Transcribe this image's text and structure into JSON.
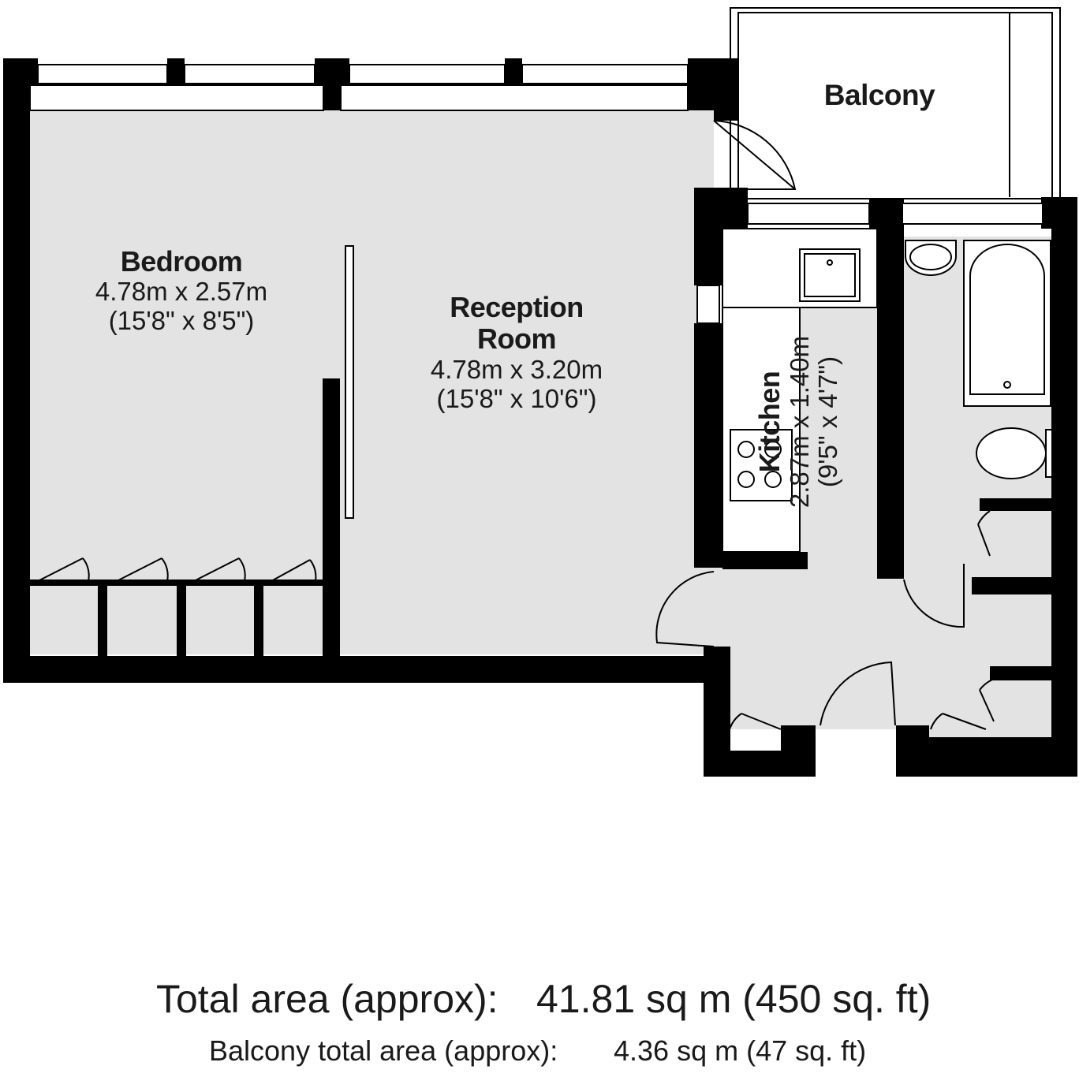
{
  "rooms": {
    "bedroom": {
      "name": "Bedroom",
      "dim_metric": "4.78m x 2.57m",
      "dim_imperial": "(15'8\" x 8'5\")"
    },
    "reception": {
      "name_line1": "Reception",
      "name_line2": "Room",
      "dim_metric": "4.78m x 3.20m",
      "dim_imperial": "(15'8\" x 10'6\")"
    },
    "kitchen": {
      "name": "Kitchen",
      "dim_metric": "2.87m x 1.40m",
      "dim_imperial": "(9'5\" x 4'7\")"
    },
    "balcony": {
      "name": "Balcony"
    }
  },
  "summary": {
    "total_label": "Total area (approx):",
    "total_value": "41.81 sq m (450 sq. ft)",
    "balcony_label": "Balcony total area (approx):",
    "balcony_value": "4.36 sq m (47 sq. ft)"
  },
  "colors": {
    "wall": "#000000",
    "floor": "#e3e3e3",
    "background": "#ffffff",
    "text": "#1a1a1a"
  }
}
